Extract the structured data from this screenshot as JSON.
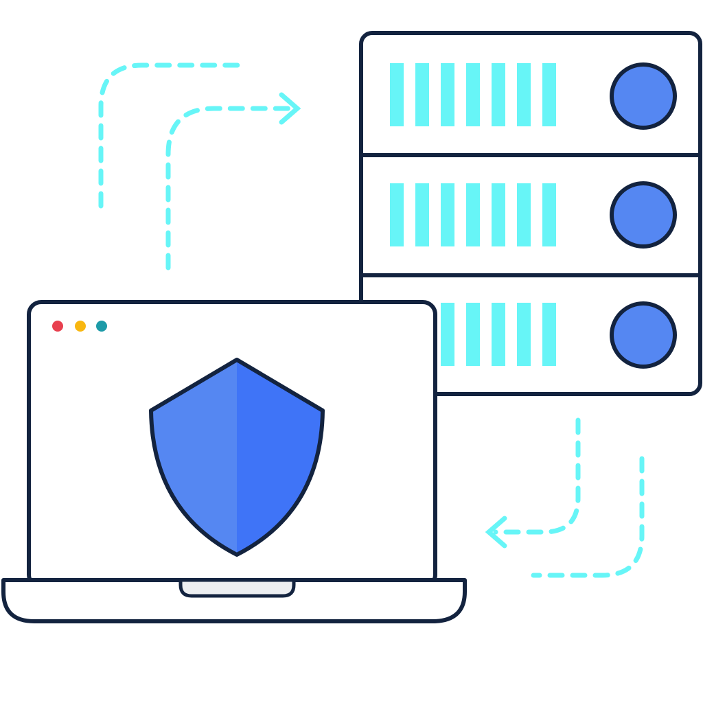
{
  "illustration": {
    "subject": "secure-data-sync",
    "server": {
      "units": 3,
      "vents_per_unit": 7
    },
    "laptop": {
      "window_controls": [
        "red-dot",
        "yellow-dot",
        "teal-dot"
      ],
      "icon": "shield-icon"
    },
    "flows": {
      "top": "arrow-right-icon",
      "bottom": "arrow-left-icon"
    }
  },
  "colors": {
    "outline": "#13233f",
    "cyan": "#67f5f7",
    "blue_light": "#5587f2",
    "blue_dark": "#3f74f7",
    "panel": "#ffffff",
    "base_slot": "#eceef1",
    "dot_red": "#e8404f",
    "dot_yellow": "#f8b711",
    "dot_teal": "#1d9ba8"
  }
}
